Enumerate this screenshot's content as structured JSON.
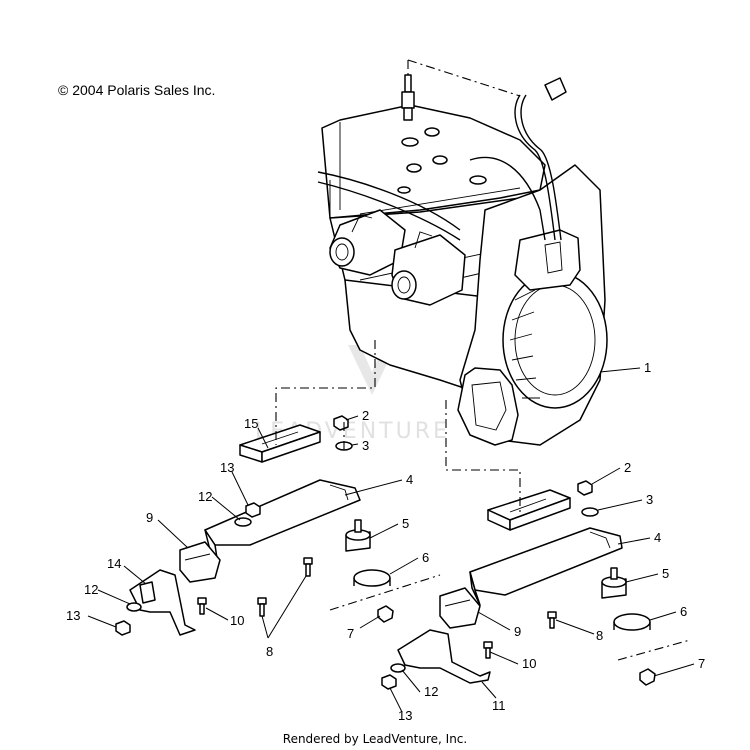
{
  "copyright": "© 2004 Polaris Sales Inc.",
  "credit": "Rendered by LeadVenture, Inc.",
  "watermark": "LEADVENTURE",
  "callouts": [
    "1",
    "2",
    "3",
    "4",
    "15",
    "13",
    "12",
    "9",
    "5",
    "6",
    "14",
    "12",
    "13",
    "10",
    "7",
    "8",
    "2",
    "3",
    "4",
    "5",
    "6",
    "9",
    "8",
    "10",
    "7",
    "12",
    "13",
    "11"
  ]
}
